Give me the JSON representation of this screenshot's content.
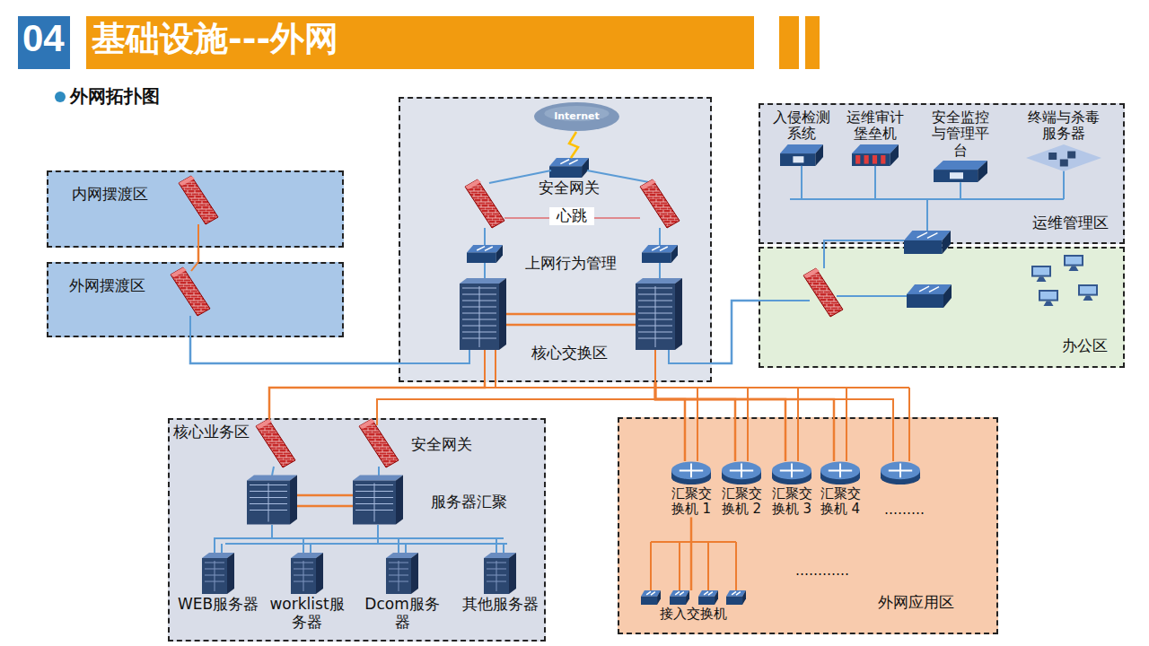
{
  "diagram": {
    "title": "基础设施---外网",
    "nodes": [
      {
        "text": [
          "内网摆渡区"
        ]
      },
      {
        "text": [
          "外网摆渡区"
        ]
      },
      {
        "text": [
          "核心交换区"
        ]
      },
      {
        "text": [
          "Internet"
        ],
        "in": 2
      },
      {
        "text": [
          "安全网关"
        ],
        "in": 2
      },
      {
        "text": [
          "运维管理区"
        ]
      },
      {
        "text": [
          "入侵检测系统"
        ],
        "in": 5
      },
      {
        "text": [
          "运维审计堡垒机"
        ],
        "in": 5
      },
      {
        "text": [
          "安全监控与管理平台"
        ],
        "in": 5
      },
      {
        "text": [
          "终端与杀毒服务器"
        ],
        "in": 5
      },
      {
        "text": [
          "办公区"
        ]
      },
      {
        "text": [
          "核心业务区"
        ]
      },
      {
        "text": [
          "WEB服务器"
        ],
        "in": 11
      },
      {
        "text": [
          "worklist服务器"
        ],
        "in": 11
      },
      {
        "text": [
          "Dcom服务器"
        ],
        "in": 11
      },
      {
        "text": [
          "其他服务器"
        ],
        "in": 11
      },
      {
        "text": [
          "外网应用区"
        ]
      },
      {
        "text": [
          "汇聚交换机 1"
        ],
        "in": 16
      },
      {
        "text": [
          "汇聚交换机 2"
        ],
        "in": 16
      },
      {
        "text": [
          "汇聚交换机 3"
        ],
        "in": 16
      },
      {
        "text": [
          "汇聚交换机 4"
        ],
        "in": 16
      },
      {
        "text": [
          "接入交换机"
        ],
        "in": 16
      }
    ],
    "edges": [
      {
        "from": 0,
        "to": 1,
        "arrow": "none"
      },
      {
        "from": 1,
        "to": 2,
        "arrow": "none"
      },
      {
        "from": 2,
        "to": 10,
        "arrow": "none"
      },
      {
        "from": 10,
        "to": 5,
        "arrow": "none"
      },
      {
        "from": 2,
        "to": 11,
        "arrow": "none"
      },
      {
        "from": 2,
        "to": 17,
        "arrow": "none"
      },
      {
        "from": 2,
        "to": 18,
        "arrow": "none"
      },
      {
        "from": 2,
        "to": 19,
        "arrow": "none"
      },
      {
        "from": 2,
        "to": 20,
        "arrow": "none"
      },
      {
        "from": 17,
        "to": 21,
        "arrow": "none"
      },
      {
        "from": 3,
        "to": 4,
        "arrow": "none"
      }
    ],
    "labels": [
      "04",
      "外网拓扑图",
      "心跳",
      "上网行为管理",
      "安全网关",
      "服务器汇聚",
      "………",
      "…………"
    ]
  }
}
